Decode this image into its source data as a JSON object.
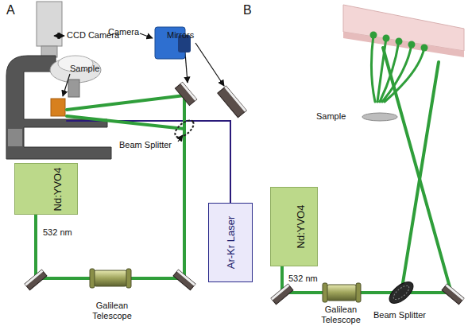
{
  "diagram": {
    "nodes": [
      {
        "text": [
          "Nd:YVO4"
        ]
      },
      {
        "text": [
          "Ar-Kr Laser"
        ]
      },
      {
        "text": [
          "Nd:YVO4"
        ]
      }
    ],
    "labels": [
      "A",
      "CCD Camera",
      "Sample",
      "Mirrors",
      "Beam Splitter",
      "532 nm",
      "Galilean Telescope",
      "B",
      "Camera",
      "Sample",
      "532 nm",
      "Galilean Telescope",
      "Beam Splitter"
    ]
  }
}
